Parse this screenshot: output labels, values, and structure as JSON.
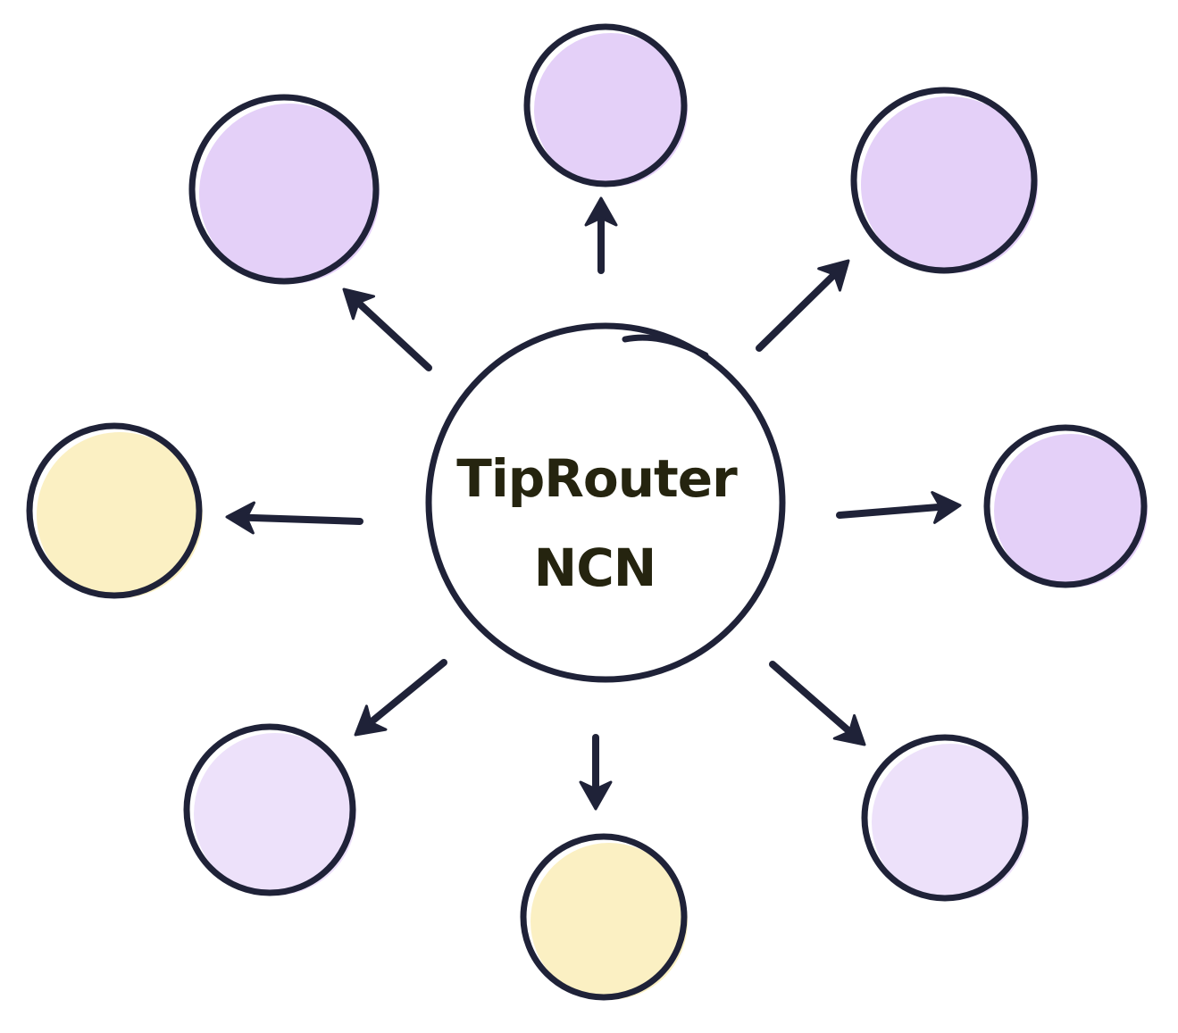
{
  "hub": {
    "label_line1": "TipRouter",
    "label_line2": "NCN"
  },
  "colors": {
    "ink": "#1f2238",
    "text": "#25240f",
    "purple": "#e4d0f8",
    "purple_light": "#ede1fa",
    "yellow": "#fbf0c3",
    "background": "#ffffff"
  },
  "nodes": [
    {
      "name": "node-top",
      "fill": "purple"
    },
    {
      "name": "node-top-right",
      "fill": "purple"
    },
    {
      "name": "node-right",
      "fill": "purple"
    },
    {
      "name": "node-bottom-right",
      "fill": "purple_light"
    },
    {
      "name": "node-bottom",
      "fill": "yellow"
    },
    {
      "name": "node-bottom-left",
      "fill": "purple_light"
    },
    {
      "name": "node-left",
      "fill": "yellow"
    },
    {
      "name": "node-top-left",
      "fill": "purple"
    }
  ]
}
